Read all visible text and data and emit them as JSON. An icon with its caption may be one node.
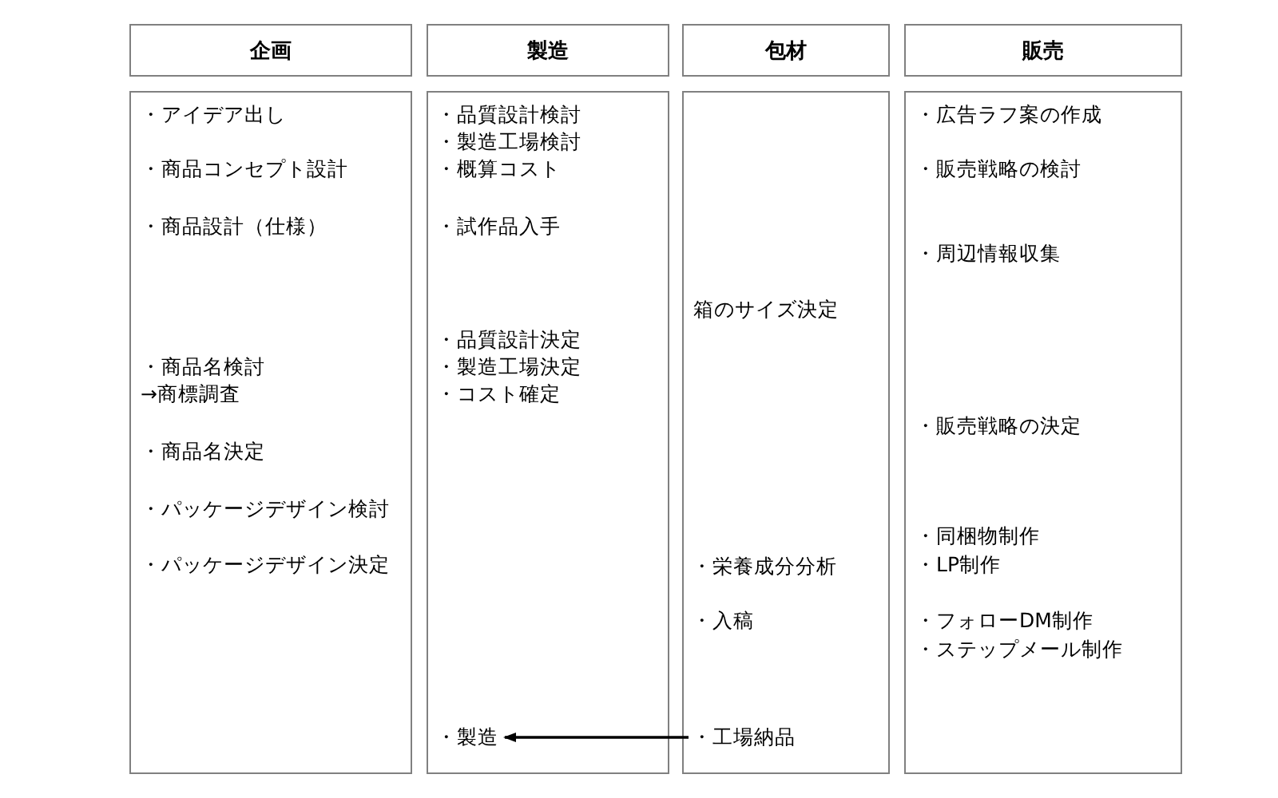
{
  "diagram": {
    "nodes": [
      {
        "text": [
          "企画"
        ]
      },
      {
        "text": [
          "製造"
        ]
      },
      {
        "text": [
          "包材"
        ]
      },
      {
        "text": [
          "販売"
        ]
      },
      {
        "text": [],
        "shape": "box"
      },
      {
        "text": [],
        "shape": "box"
      },
      {
        "text": [],
        "shape": "box"
      },
      {
        "text": [],
        "shape": "box"
      },
      {
        "text": [
          "・アイデア出し"
        ],
        "in": 4
      },
      {
        "text": [
          "・商品コンセプト設計"
        ],
        "in": 4
      },
      {
        "text": [
          "・商品設計（仕様）"
        ],
        "in": 4
      },
      {
        "text": [
          "・商品名検討"
        ],
        "in": 4
      },
      {
        "text": [
          "→商標調査"
        ],
        "in": 4
      },
      {
        "text": [
          "・商品名決定"
        ],
        "in": 4
      },
      {
        "text": [
          "・パッケージデザイン検討"
        ],
        "in": 4
      },
      {
        "text": [
          "・パッケージデザイン決定"
        ],
        "in": 4
      },
      {
        "text": [
          "・品質設計検討"
        ],
        "in": 5
      },
      {
        "text": [
          "・製造工場検討"
        ],
        "in": 5
      },
      {
        "text": [
          "・概算コスト"
        ],
        "in": 5
      },
      {
        "text": [
          "・試作品入手"
        ],
        "in": 5
      },
      {
        "text": [
          "・品質設計決定"
        ],
        "in": 5
      },
      {
        "text": [
          "・製造工場決定"
        ],
        "in": 5
      },
      {
        "text": [
          "・コスト確定"
        ],
        "in": 5
      },
      {
        "text": [
          "・製造"
        ],
        "in": 5
      },
      {
        "text": [
          "箱のサイズ決定"
        ],
        "in": 6
      },
      {
        "text": [
          "・栄養成分分析"
        ],
        "in": 6
      },
      {
        "text": [
          "・入稿"
        ],
        "in": 6
      },
      {
        "text": [
          "・工場納品"
        ],
        "in": 6
      },
      {
        "text": [
          "・広告ラフ案の作成"
        ],
        "in": 7
      },
      {
        "text": [
          "・販売戦略の検討"
        ],
        "in": 7
      },
      {
        "text": [
          "・周辺情報収集"
        ],
        "in": 7
      },
      {
        "text": [
          "・販売戦略の決定"
        ],
        "in": 7
      },
      {
        "text": [
          "・同梱物制作"
        ],
        "in": 7
      },
      {
        "text": [
          "・LP制作"
        ],
        "in": 7
      },
      {
        "text": [
          "・フォローDM制作"
        ],
        "in": 7
      },
      {
        "text": [
          "・ステップメール制作"
        ],
        "in": 7
      }
    ],
    "edges": [
      {
        "from": 27,
        "to": 23,
        "arrow": "to"
      }
    ]
  }
}
